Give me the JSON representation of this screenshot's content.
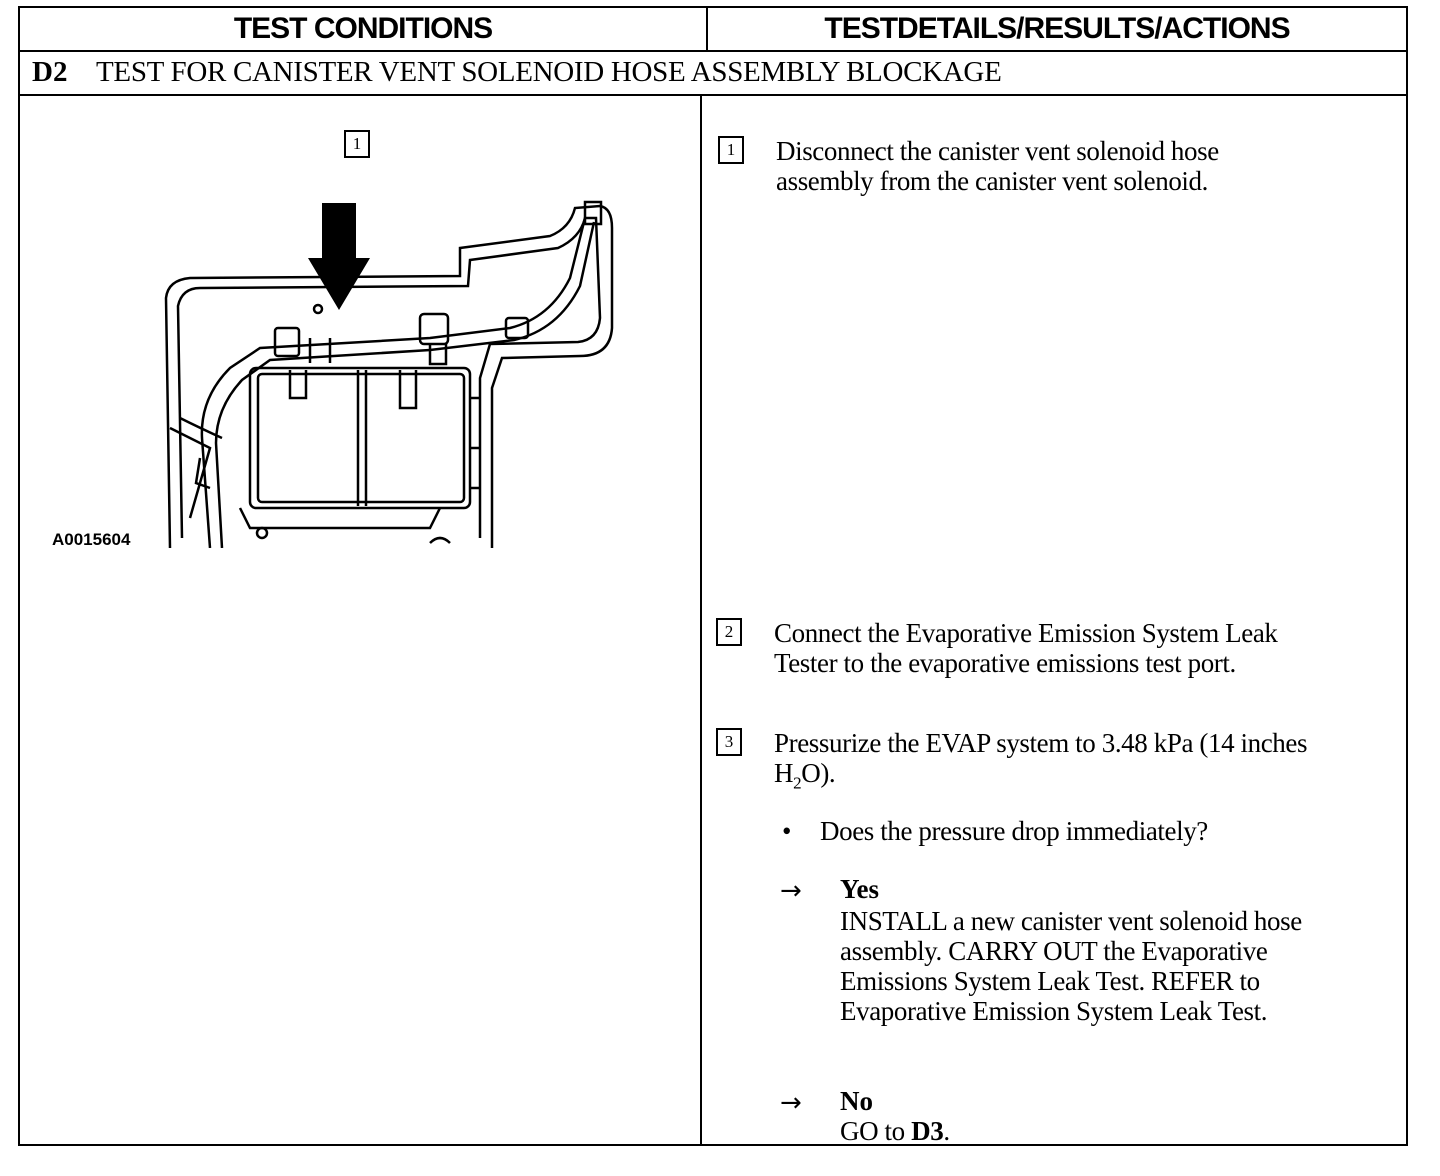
{
  "header": {
    "left_title": "TEST CONDITIONS",
    "right_title": "TESTDETAILS/RESULTS/ACTIONS"
  },
  "test": {
    "code": "D2",
    "title": "TEST FOR CANISTER VENT SOLENOID HOSE ASSEMBLY BLOCKAGE"
  },
  "figure": {
    "callout": "1",
    "code": "A0015604"
  },
  "steps": [
    {
      "number": "1",
      "text_line1": "Disconnect the canister vent solenoid hose",
      "text_line2": "assembly from the canister vent solenoid."
    },
    {
      "number": "2",
      "text_line1": "Connect the Evaporative Emission System Leak",
      "text_line2": "Tester to the evaporative emissions test port."
    },
    {
      "number": "3",
      "text_line1": "Pressurize the EVAP system to 3.48 kPa (14 inches",
      "text_line2_pre": "H",
      "text_line2_sub": "2",
      "text_line2_post": "O)."
    }
  ],
  "question": {
    "bullet": "•",
    "text": "Does the pressure drop immediately?"
  },
  "answers": [
    {
      "arrow": "→",
      "label": "Yes",
      "lines": [
        "INSTALL a new canister vent solenoid hose",
        "assembly. CARRY OUT the Evaporative",
        "Emissions System Leak Test. REFER to",
        "Evaporative Emission System Leak Test."
      ]
    },
    {
      "arrow": "→",
      "label": "No",
      "text_pre": "GO to ",
      "text_bold": "D3",
      "text_post": "."
    }
  ]
}
